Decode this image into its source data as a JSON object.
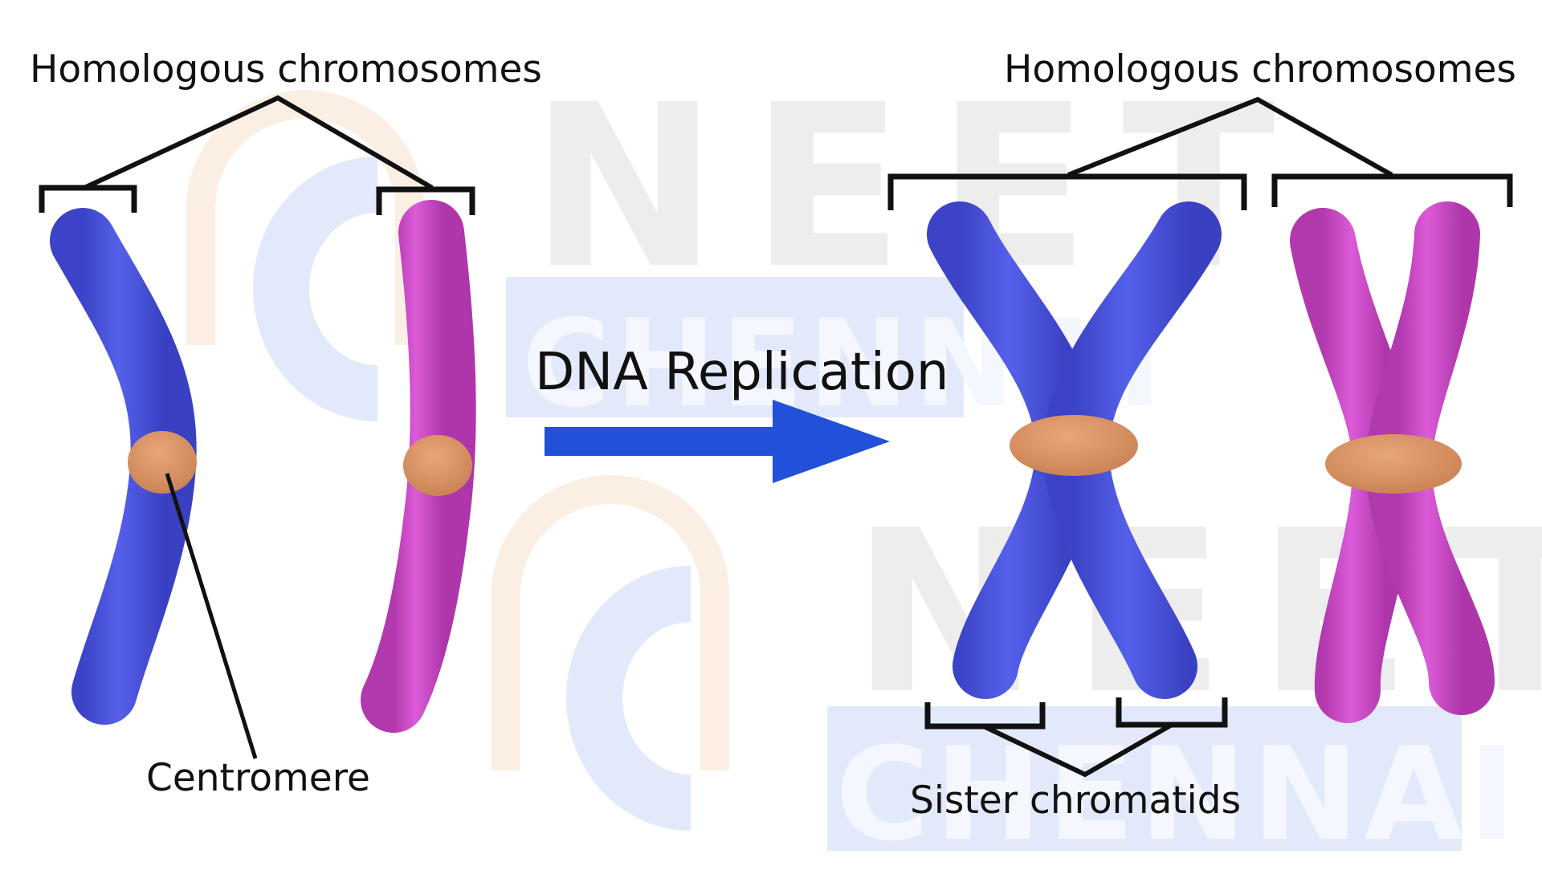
{
  "labels": {
    "left_homologous": "Homologous chromosomes",
    "right_homologous": "Homologous chromosomes",
    "centromere": "Centromere",
    "process": "DNA Replication",
    "sister_chromatids": "Sister chromatids"
  },
  "watermark": {
    "text_top": "NEET",
    "text_bottom": "CHENNAI"
  },
  "colors": {
    "chromosome_blue": "#4c55de",
    "chromosome_pink": "#cc49c9",
    "centromere": "#d98f60",
    "arrow": "#2151d8",
    "bracket": "#111111",
    "watermark_grey": "#e6e6e6",
    "watermark_blue": "#dfe7fb",
    "watermark_orange": "#fbeee2"
  }
}
